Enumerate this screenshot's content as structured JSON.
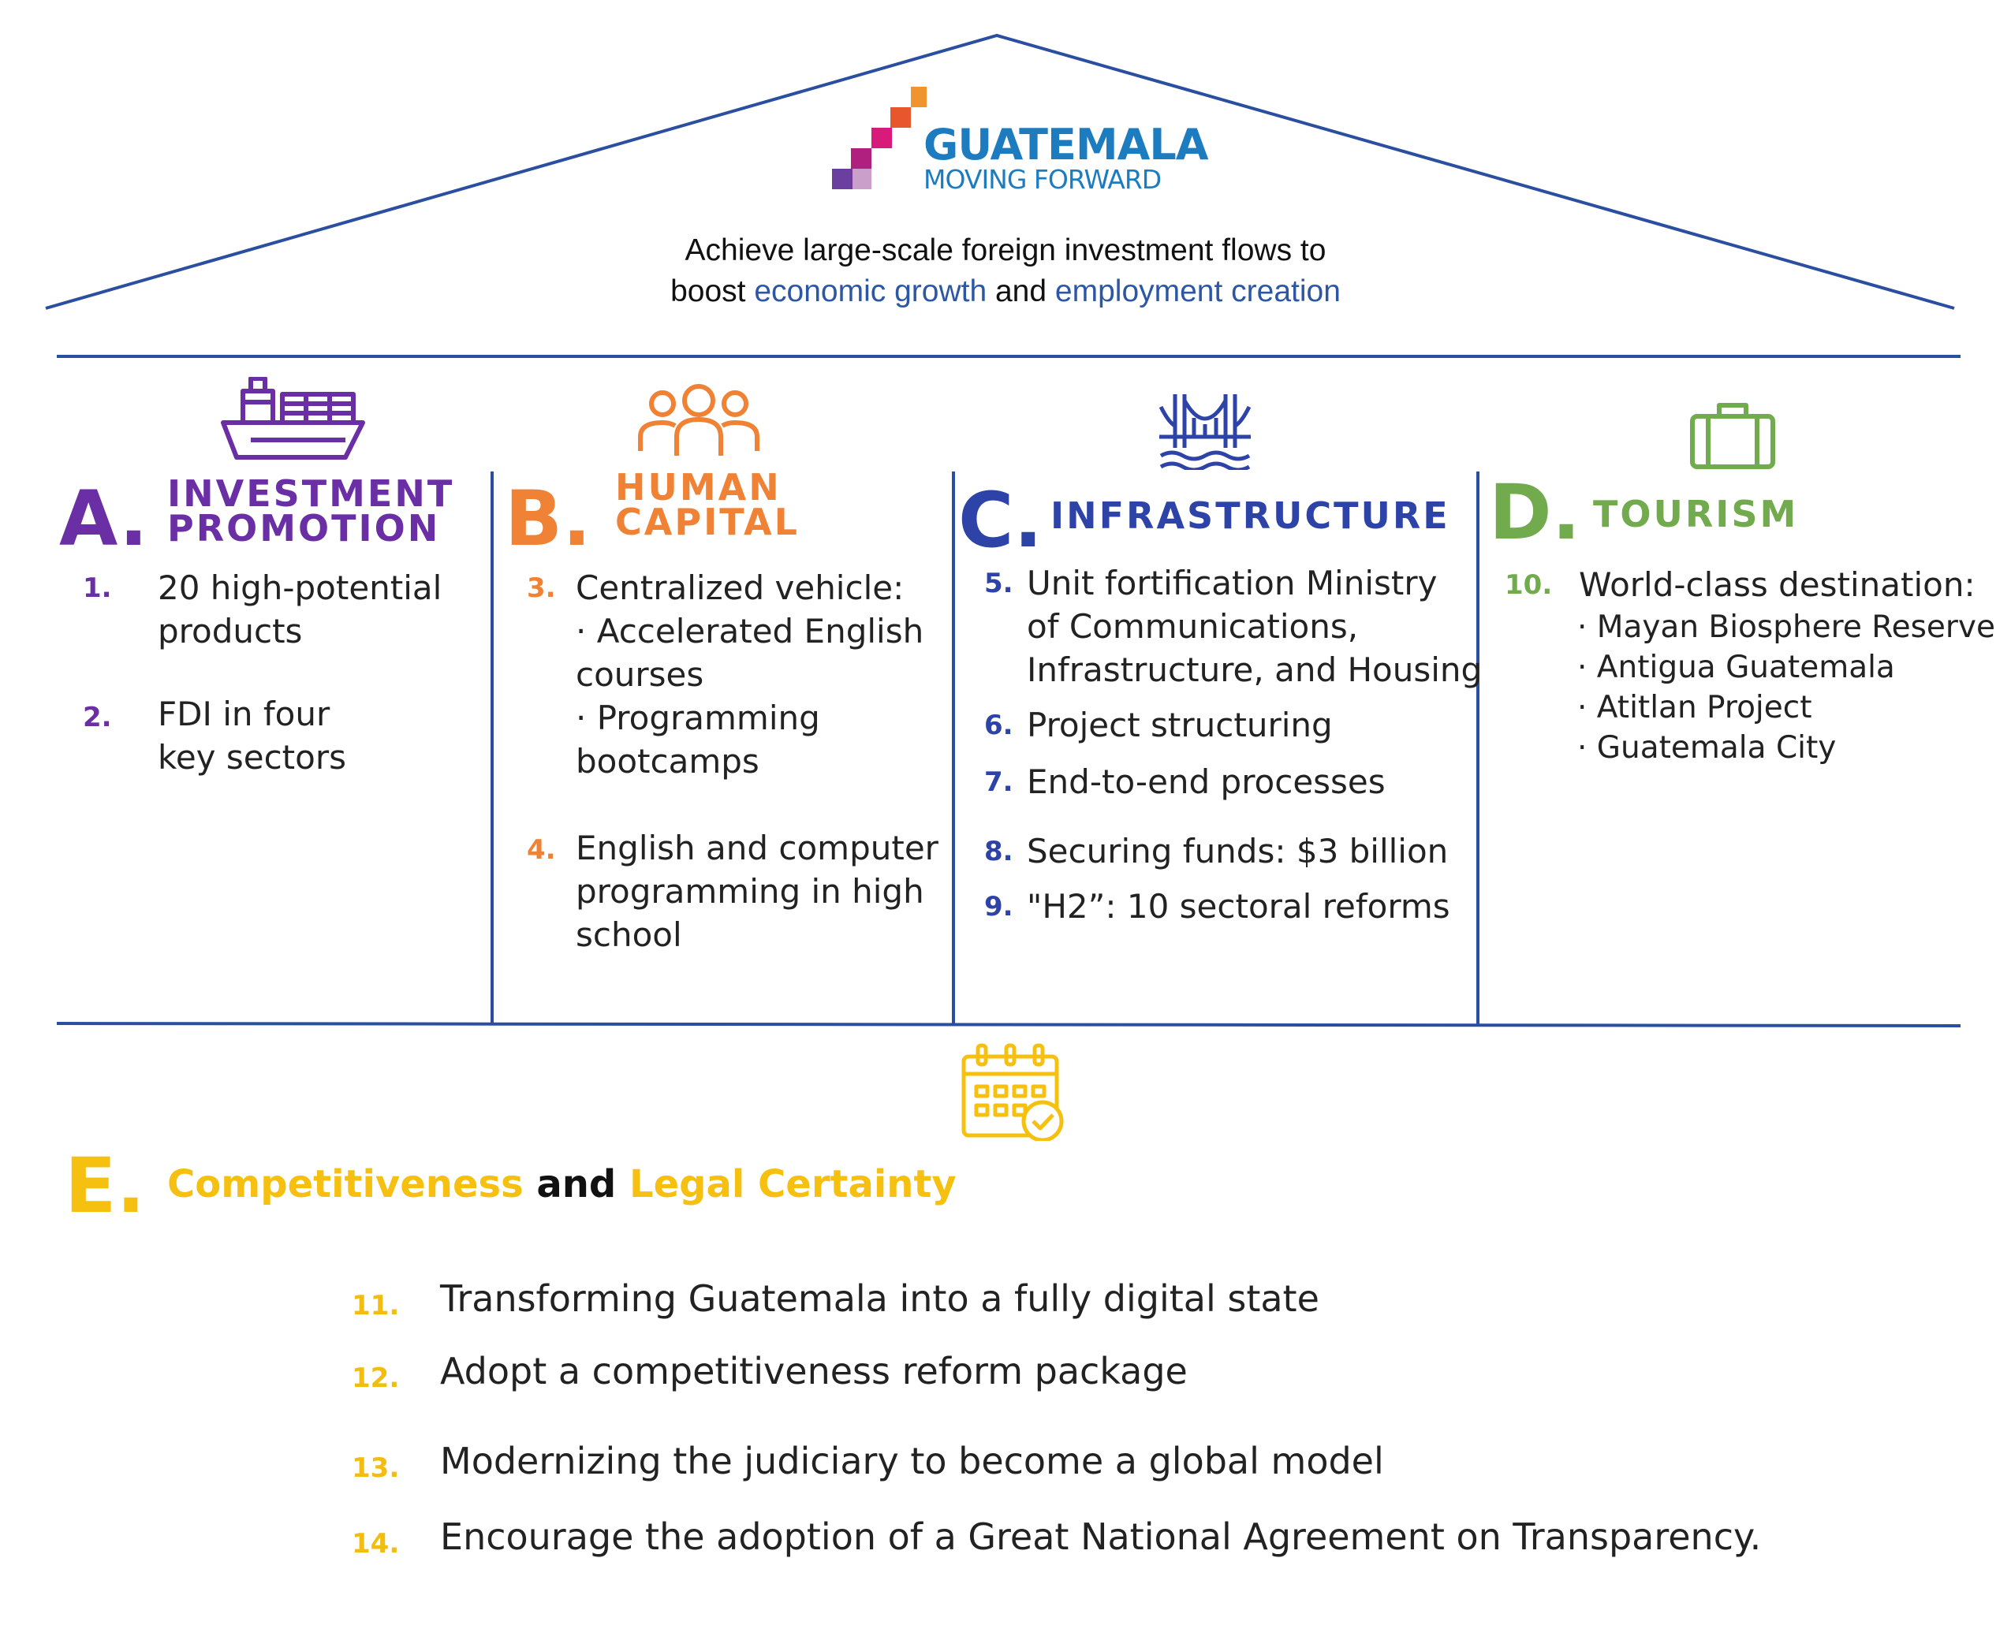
{
  "logo": {
    "line1": "GUATEMALA",
    "line2": "MOVING FORWARD"
  },
  "goal": {
    "line1": "Achieve large-scale foreign investment flows to",
    "line2_prefix": "boost",
    "highlight1": "economic growth",
    "connector": "and",
    "highlight2": "employment creation"
  },
  "pillars": {
    "a": {
      "letter": "A.",
      "title1": "INVESTMENT",
      "title2": "PROMOTION",
      "icon": "cargo-ship-icon",
      "color": "#6a2ea5",
      "items": [
        {
          "num": "1.",
          "lines": [
            "20 high-potential",
            "products"
          ]
        },
        {
          "num": "2.",
          "lines": [
            "FDI in four",
            "key sectors"
          ]
        }
      ]
    },
    "b": {
      "letter": "B.",
      "title1": "HUMAN",
      "title2": "CAPITAL",
      "icon": "people-group-icon",
      "color": "#ef8234",
      "items": [
        {
          "num": "3.",
          "lines": [
            "Centralized vehicle:",
            "· Accelerated English",
            "courses",
            "· Programming",
            "bootcamps"
          ]
        },
        {
          "num": "4.",
          "lines": [
            "English and computer",
            "programming in high",
            "school"
          ]
        }
      ]
    },
    "c": {
      "letter": "C.",
      "title1": "INFRASTRUCTURE",
      "icon": "bridge-icon",
      "color": "#2d43a8",
      "items": [
        {
          "num": "5.",
          "lines": [
            "Unit fortification Ministry",
            "of Communications,",
            "Infrastructure, and Housing"
          ]
        },
        {
          "num": "6.",
          "lines": [
            "Project structuring"
          ]
        },
        {
          "num": "7.",
          "lines": [
            "End-to-end processes"
          ]
        },
        {
          "num": "8.",
          "lines": [
            "Securing funds: $3 billion"
          ]
        },
        {
          "num": "9.",
          "lines": [
            "\"H2”: 10 sectoral reforms"
          ]
        }
      ]
    },
    "d": {
      "letter": "D.",
      "title1": "TOURISM",
      "icon": "suitcase-icon",
      "color": "#72ab4d",
      "items": [
        {
          "num": "10.",
          "lines": [
            "World-class destination:"
          ]
        }
      ],
      "subitems": [
        "· Mayan Biosphere Reserve",
        "· Antigua Guatemala",
        "· Atitlan Project",
        "· Guatemala City"
      ]
    }
  },
  "section_e": {
    "letter": "E.",
    "title_part1": "Competitiveness",
    "title_connector": "and",
    "title_part2": "Legal Certainty",
    "icon": "calendar-check-icon",
    "color": "#f5c00f",
    "items": [
      {
        "num": "11.",
        "text": "Transforming Guatemala into a fully digital state"
      },
      {
        "num": "12.",
        "text": "Adopt a competitiveness reform package"
      },
      {
        "num": "13.",
        "text": "Modernizing the judiciary to become a global model"
      },
      {
        "num": "14.",
        "text": "Encourage the adoption of a Great National Agreement on Transparency."
      }
    ]
  },
  "colors": {
    "frame": "#2b4fa0",
    "logo_blue": "#1d7cc0",
    "logo_pink": "#d81b7a",
    "logo_orange": "#f0942f",
    "logo_purple": "#6b3fa0"
  }
}
